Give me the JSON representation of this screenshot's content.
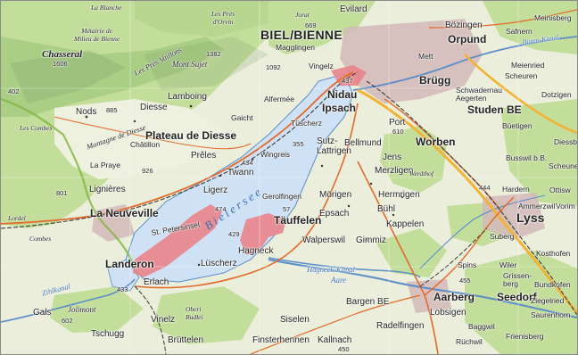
{
  "map": {
    "colors": {
      "terrain": "#eaeeda",
      "forest": "#c3dd9a",
      "lake": "#cfe1f4",
      "lake_shore": "#5b8ec9",
      "highlight": "#e9848b",
      "motorway": "#f2b233",
      "main_road": "#e36a2a",
      "rail": "#3a3a3a",
      "urban": "#d4b9ba"
    },
    "cities": [
      {
        "id": "biel",
        "name": "BIEL/BIENNE"
      }
    ],
    "towns": [
      {
        "id": "evilard",
        "name": "Evilard"
      },
      {
        "id": "bozingen",
        "name": "Bözingen"
      },
      {
        "id": "orpund",
        "name": "Orpund"
      },
      {
        "id": "nidau",
        "name": "Nidau"
      },
      {
        "id": "ipsach",
        "name": "Ipsach"
      },
      {
        "id": "brugg",
        "name": "Brügg"
      },
      {
        "id": "studen",
        "name": "Studen BE"
      },
      {
        "id": "port",
        "name": "Port"
      },
      {
        "id": "worben",
        "name": "Worben"
      },
      {
        "id": "lyss",
        "name": "Lyss"
      },
      {
        "id": "tauffelen",
        "name": "Täuffelen"
      },
      {
        "id": "aarberg",
        "name": "Aarberg"
      },
      {
        "id": "seedorf",
        "name": "Seedorf"
      },
      {
        "id": "la-neuveville",
        "name": "La Neuveville"
      },
      {
        "id": "landeron",
        "name": "Landeron"
      },
      {
        "id": "plateau-diesse",
        "name": "Plateau de Diesse"
      },
      {
        "id": "erlach",
        "name": "Erlach"
      },
      {
        "id": "twann",
        "name": "Twann"
      },
      {
        "id": "lamboing",
        "name": "Lamboing"
      },
      {
        "id": "nods",
        "name": "Nods"
      },
      {
        "id": "diesse",
        "name": "Diesse"
      },
      {
        "id": "prele",
        "name": "Prêles"
      },
      {
        "id": "ligerz",
        "name": "Ligerz"
      },
      {
        "id": "hagneck",
        "name": "Hagneck"
      },
      {
        "id": "luscherz",
        "name": "Lüscherz"
      },
      {
        "id": "sutz",
        "name": "Sutz-\nLattrigen"
      },
      {
        "id": "morigen",
        "name": "Mörigen"
      },
      {
        "id": "epsach",
        "name": "Epsach"
      },
      {
        "id": "bellmund",
        "name": "Bellmund"
      },
      {
        "id": "jens",
        "name": "Jens"
      },
      {
        "id": "merzligen",
        "name": "Merzligen"
      },
      {
        "id": "hermrigen",
        "name": "Hermrigen"
      },
      {
        "id": "buhl",
        "name": "Bühl"
      },
      {
        "id": "kappelen",
        "name": "Kappelen"
      },
      {
        "id": "walperswil",
        "name": "Walperswil"
      },
      {
        "id": "gimmiz",
        "name": "Gimmiz"
      },
      {
        "id": "bargen",
        "name": "Bargen BE"
      },
      {
        "id": "lobsigen",
        "name": "Lobsigen"
      },
      {
        "id": "radelfingen",
        "name": "Radelfingen"
      },
      {
        "id": "kallnach",
        "name": "Kallnach"
      },
      {
        "id": "siselen",
        "name": "Siselen"
      },
      {
        "id": "finsterhennen",
        "name": "Finsterhennen"
      },
      {
        "id": "vinelz",
        "name": "Vinelz"
      },
      {
        "id": "tschugg",
        "name": "Tschugg"
      },
      {
        "id": "gals",
        "name": "Gals"
      },
      {
        "id": "brüttelen",
        "name": "Brüttelen"
      },
      {
        "id": "lignieres",
        "name": "Lignières"
      },
      {
        "id": "meinisberg",
        "name": "Meinisberg"
      },
      {
        "id": "safnern",
        "name": "Safnern"
      },
      {
        "id": "mett",
        "name": "Mett"
      },
      {
        "id": "meienried",
        "name": "Meienried"
      },
      {
        "id": "scheuren",
        "name": "Scheuren"
      },
      {
        "id": "schwadernau",
        "name": "Schwadernau"
      },
      {
        "id": "aegerten",
        "name": "Aegerten"
      },
      {
        "id": "dotzigen",
        "name": "Dotzigen"
      },
      {
        "id": "buetigen",
        "name": "Büetigen"
      },
      {
        "id": "diessbach",
        "name": "Diessb"
      },
      {
        "id": "busswil",
        "name": "Busswil b.B."
      },
      {
        "id": "schwanden",
        "name": "Scheune"
      },
      {
        "id": "hardern",
        "name": "Hardern"
      },
      {
        "id": "ottiswil",
        "name": "Ottisw"
      },
      {
        "id": "ammerzwil",
        "name": "Ammerzwil"
      },
      {
        "id": "vorimholz",
        "name": "Vorim"
      },
      {
        "id": "suberg",
        "name": "Suberg"
      },
      {
        "id": "kosthofen",
        "name": "Kosthofen"
      },
      {
        "id": "wiler",
        "name": "Wiler"
      },
      {
        "id": "spins",
        "name": "Spins"
      },
      {
        "id": "grissenberg",
        "name": "Grissen-\nberg"
      },
      {
        "id": "bundkofen",
        "name": "Bundkofen"
      },
      {
        "id": "ziegelried",
        "name": "Ziegelried"
      },
      {
        "id": "saurenhorn",
        "name": "Saurenhorn"
      },
      {
        "id": "baggwil",
        "name": "Baggwil"
      },
      {
        "id": "frienisberg",
        "name": "Frienisberg"
      },
      {
        "id": "ruchwil",
        "name": "Rüchwil"
      },
      {
        "id": "vingelz",
        "name": "Vingelz"
      },
      {
        "id": "magglingen",
        "name": "Magglingen"
      },
      {
        "id": "alfermee",
        "name": "Alfermée"
      },
      {
        "id": "tuscherz",
        "name": "Tüscherz"
      },
      {
        "id": "gaicht",
        "name": "Gaicht"
      },
      {
        "id": "chatillon",
        "name": "Châtillon"
      },
      {
        "id": "la-praye",
        "name": "La Praye"
      },
      {
        "id": "les-combes",
        "name": "Les Combes"
      },
      {
        "id": "combes",
        "name": "Combes"
      },
      {
        "id": "lordel",
        "name": "Lordel"
      },
      {
        "id": "wingreis",
        "name": "Wingreis"
      },
      {
        "id": "gerolfingen",
        "name": "Gerolfingen"
      },
      {
        "id": "la-blanche",
        "name": "La Blanche"
      },
      {
        "id": "jorat",
        "name": "Jorat"
      },
      {
        "id": "metairie",
        "name": "Métairie de\nMilieu de Bienne"
      },
      {
        "id": "les-pres",
        "name": "Les Prés\nd'Orvin"
      },
      {
        "id": "mont-sujet",
        "name": "Mont Sujet"
      },
      {
        "id": "jolimont",
        "name": "Jolimont"
      },
      {
        "id": "oberi-budlei",
        "name": "Oberi\nBudlei"
      },
      {
        "id": "wardthof",
        "name": "Werdthof"
      }
    ],
    "regions": {
      "chasseral": "Chasseral",
      "plateau": "Plateau de Diesse",
      "montagne": "Montagne de Diesse",
      "pres_vaillons": "Les Prés Vaillons"
    },
    "water": {
      "bielersee": "Bielersee",
      "st_petersinsel": "St. Petersinsel",
      "hagneck_kanal": "Hagneck-Kanal",
      "aare": "Aare",
      "zihlkanal": "Zihlkanal",
      "buren_kanal": "Büren-Kanal"
    },
    "elevations": [
      {
        "id": "e1606",
        "value": "1606"
      },
      {
        "id": "e1382",
        "value": "1382"
      },
      {
        "id": "e1092",
        "value": "1092"
      },
      {
        "id": "e669",
        "value": "669"
      },
      {
        "id": "e885",
        "value": "885"
      },
      {
        "id": "e926",
        "value": "926"
      },
      {
        "id": "e801",
        "value": "801"
      },
      {
        "id": "e434",
        "value": "434"
      },
      {
        "id": "e355",
        "value": "355"
      },
      {
        "id": "e474",
        "value": "474"
      },
      {
        "id": "e429",
        "value": "429"
      },
      {
        "id": "e437",
        "value": "437"
      },
      {
        "id": "e610",
        "value": "610"
      },
      {
        "id": "e602",
        "value": "602"
      },
      {
        "id": "e433",
        "value": "433"
      },
      {
        "id": "e455",
        "value": "455"
      },
      {
        "id": "e444",
        "value": "444"
      },
      {
        "id": "e450",
        "value": "450"
      },
      {
        "id": "e402",
        "value": "402"
      },
      {
        "id": "e573",
        "value": "57"
      }
    ]
  }
}
